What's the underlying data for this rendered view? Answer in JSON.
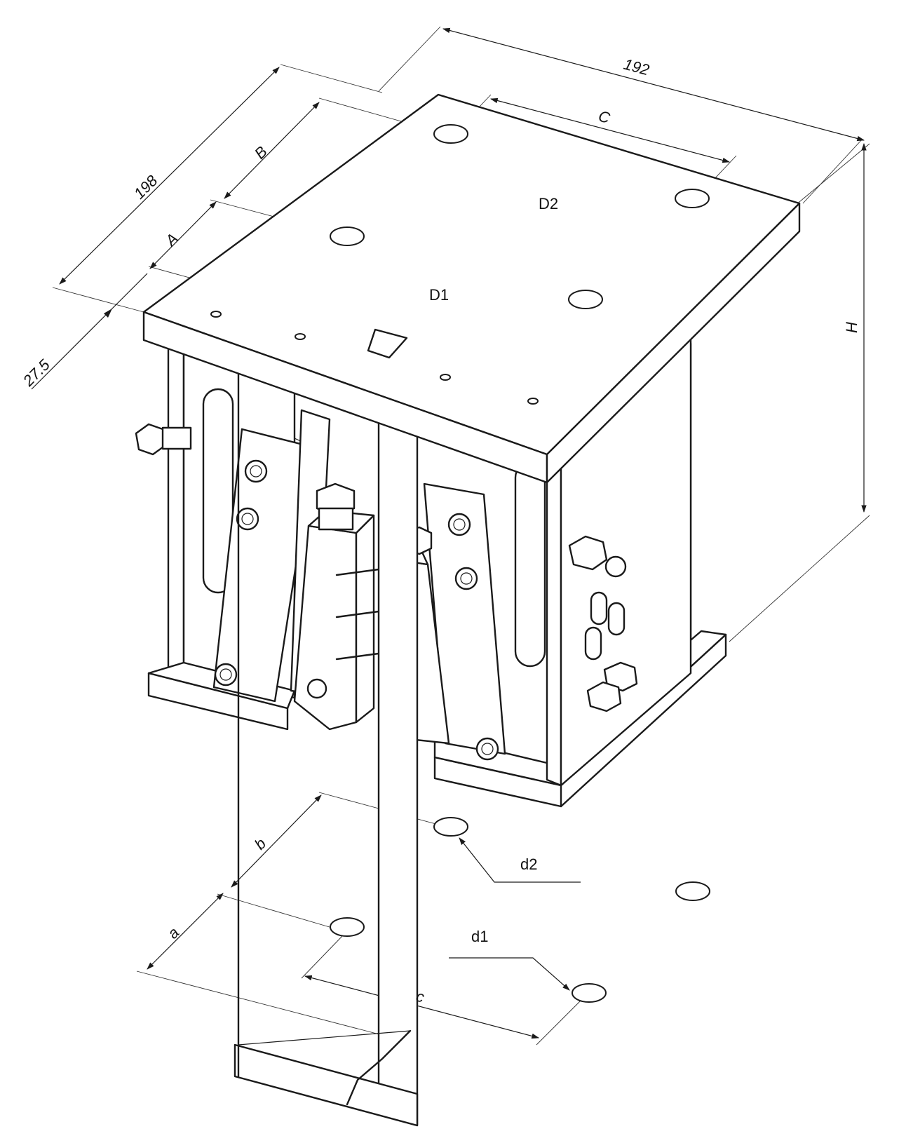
{
  "dimensions": {
    "width_top": "192",
    "depth_top": "198",
    "offset": "27.5",
    "A": "A",
    "B": "B",
    "C": "C",
    "H": "H",
    "a": "a",
    "b": "b",
    "c": "c"
  },
  "callouts": {
    "D1": "D1",
    "D2": "D2",
    "d1": "d1",
    "d2": "d2"
  }
}
